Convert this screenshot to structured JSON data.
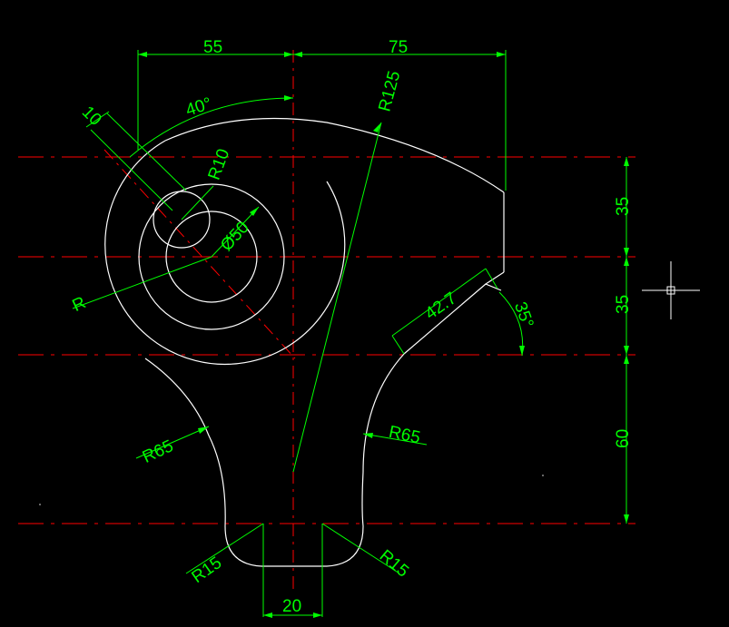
{
  "drawing": {
    "background": "#000000",
    "geometry_color": "#ffffff",
    "dimension_color": "#00ff00",
    "centerline_color": "#ff0000",
    "labels": {
      "dim_55": "55",
      "dim_75": "75",
      "dim_40deg": "40°",
      "dim_10": "10",
      "dim_r125": "R125",
      "dim_r10": "R10",
      "dim_dia50": "Ø50",
      "dim_r": "R",
      "dim_35_top": "35",
      "dim_35_mid": "35",
      "dim_60": "60",
      "dim_42_7": "42.7",
      "dim_35deg": "35°",
      "dim_r65_left": "R65",
      "dim_r65_right": "R65",
      "dim_r15_left": "R15",
      "dim_r15_right": "R15",
      "dim_20": "20"
    },
    "cursor_icon": "crosshair-cursor-icon"
  }
}
